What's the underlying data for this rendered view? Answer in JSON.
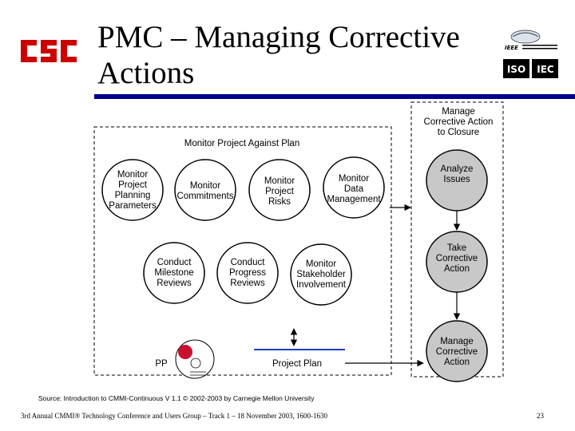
{
  "title": "PMC – Managing Corrective Actions",
  "brand": {
    "csc": "CSC",
    "ieee": "IEEE",
    "iso": "ISO",
    "iec": "IEC"
  },
  "diagram": {
    "group_label": "Monitor Project Against Plan",
    "closure_label": [
      "Manage",
      "Corrective Action",
      "to Closure"
    ],
    "monitor_nodes": [
      {
        "lines": [
          "Monitor",
          "Project",
          "Planning",
          "Parameters"
        ]
      },
      {
        "lines": [
          "Monitor",
          "Commitments"
        ]
      },
      {
        "lines": [
          "Monitor",
          "Project",
          "Risks"
        ]
      },
      {
        "lines": [
          "Monitor",
          "Data",
          "Management"
        ]
      },
      {
        "lines": [
          "Conduct",
          "Milestone",
          "Reviews"
        ]
      },
      {
        "lines": [
          "Conduct",
          "Progress",
          "Reviews"
        ]
      },
      {
        "lines": [
          "Monitor",
          "Stakeholder",
          "Involvement"
        ]
      }
    ],
    "action_nodes": [
      {
        "lines": [
          "Analyze",
          "Issues"
        ]
      },
      {
        "lines": [
          "Take",
          "Corrective",
          "Action"
        ]
      },
      {
        "lines": [
          "Manage",
          "Corrective",
          "Action"
        ]
      }
    ],
    "pp_label": "PP",
    "project_plan_label": "Project Plan"
  },
  "source": "Source: Introduction to CMMI-Continuous V 1.1 © 2002-2003 by Carnegie Mellon University",
  "footer": "3rd Annual CMMI® Technology Conference and Users Group – Track 1 – 18 November 2003, 1600-1630",
  "page_number": "23",
  "colors": {
    "accent": "#00008b",
    "csc_red": "#cc0000",
    "pp_red": "#c8102e"
  }
}
